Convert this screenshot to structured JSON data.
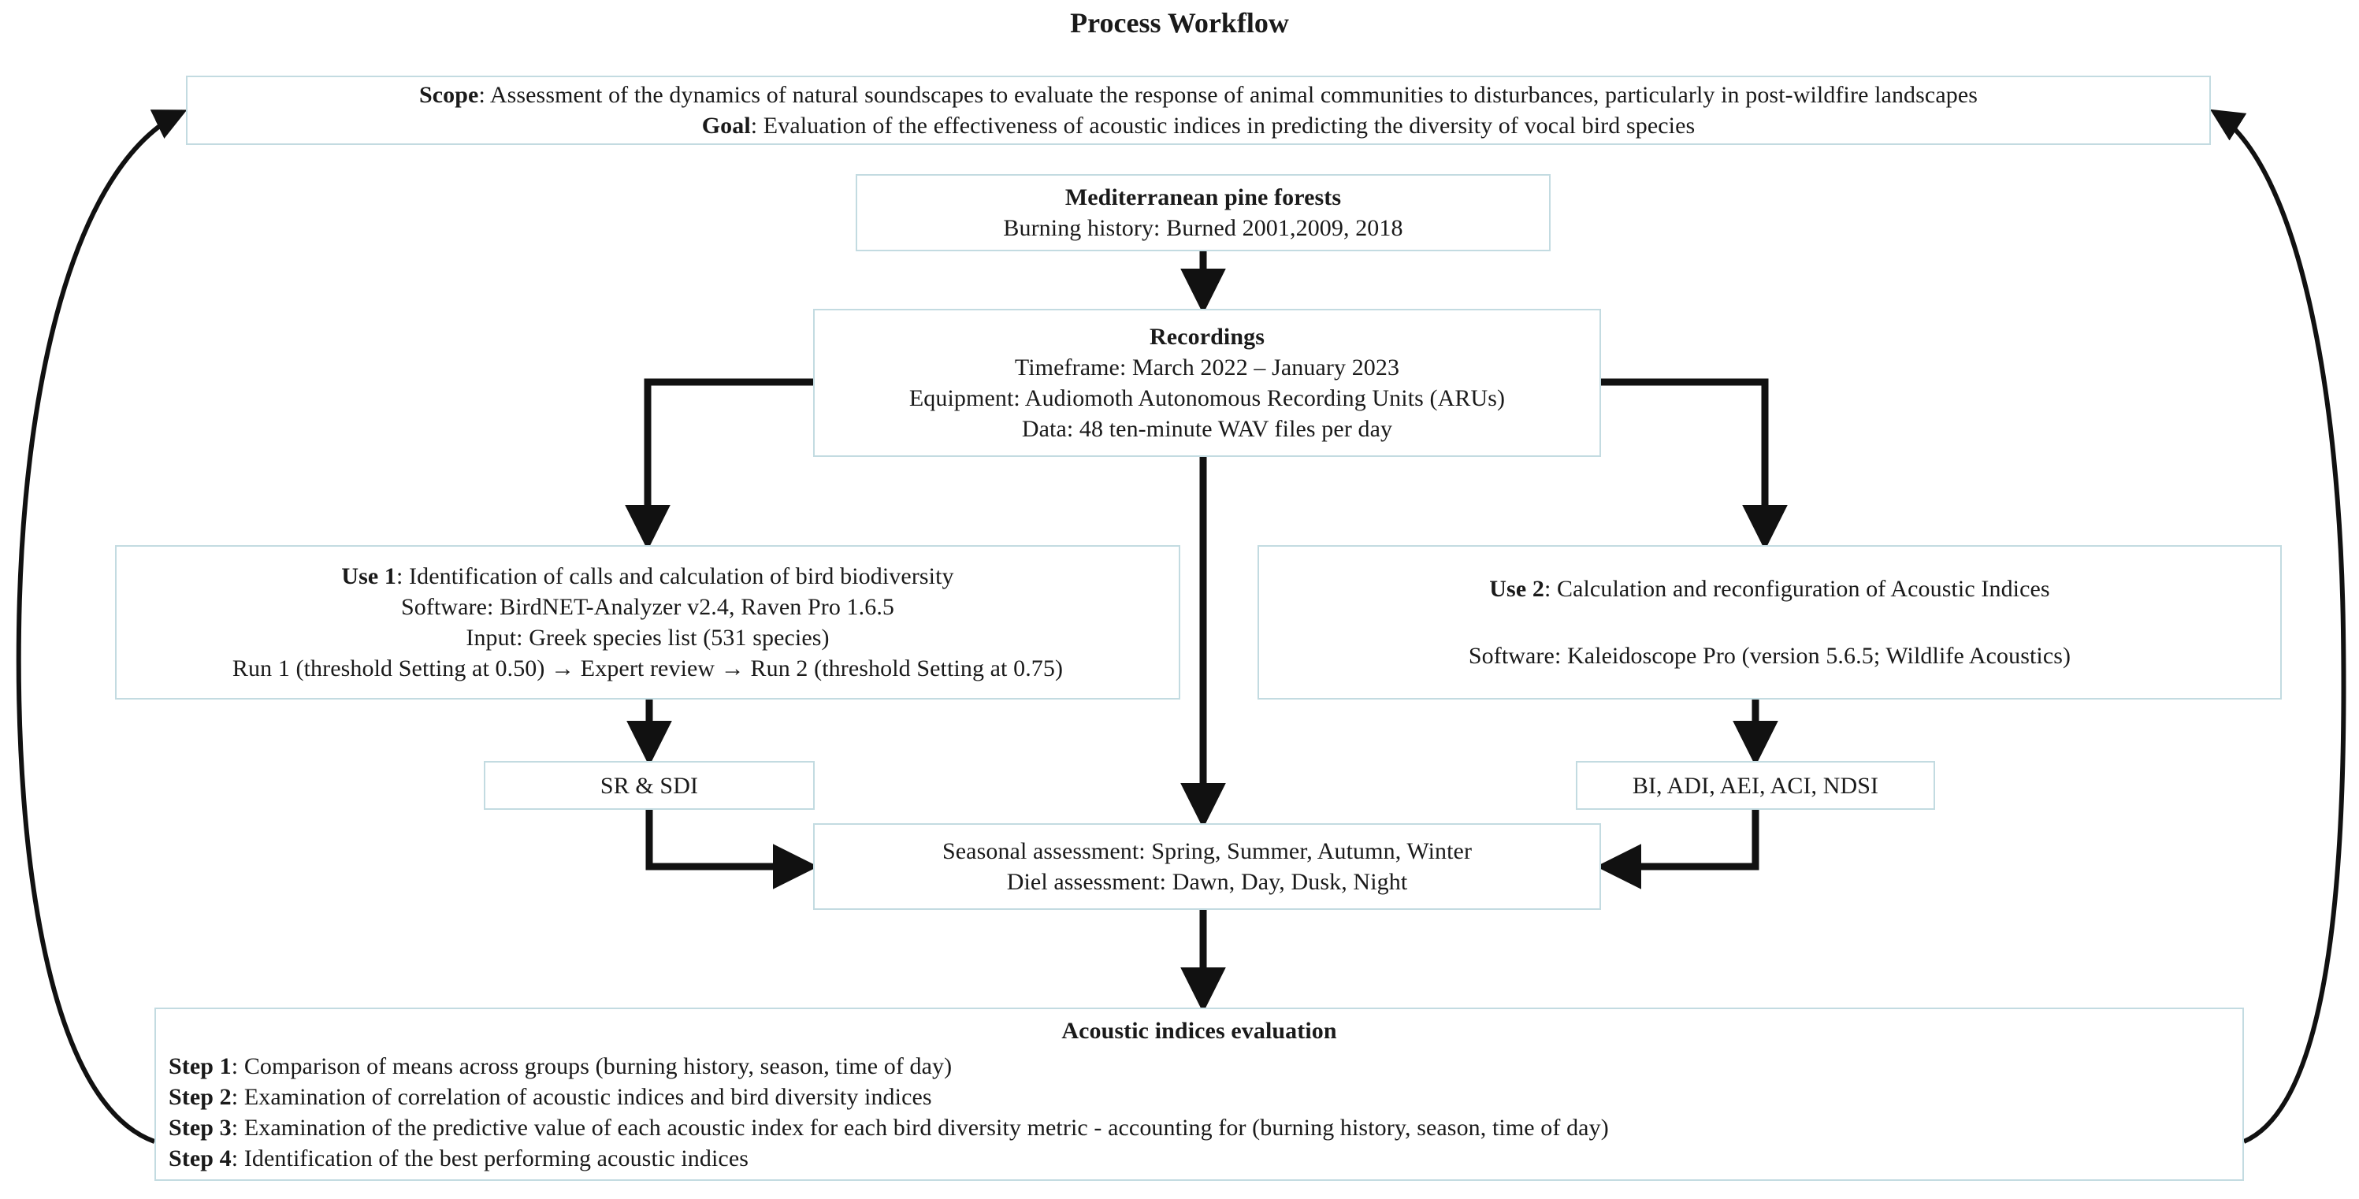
{
  "title": "Process Workflow",
  "colors": {
    "box_border": "#c3dbe1",
    "connector": "#111111",
    "text": "#1a1a1a",
    "background": "#ffffff"
  },
  "nodes": {
    "scope": {
      "name": "scope-goal-box",
      "lines": [
        {
          "bold_prefix": "Scope",
          "text": ": Assessment of the dynamics of natural soundscapes to evaluate the response of animal communities to disturbances, particularly in post-wildfire landscapes"
        },
        {
          "bold_prefix": "Goal",
          "text": ":  Evaluation of the effectiveness of acoustic indices in predicting the diversity of vocal bird species"
        }
      ],
      "line1_bold": "Scope",
      "line1_rest": ": Assessment of the dynamics of natural soundscapes to evaluate the response of animal communities to disturbances, particularly in post-wildfire landscapes",
      "line2_bold": "Goal",
      "line2_rest": ":  Evaluation of the effectiveness of acoustic indices in predicting the diversity of vocal bird species"
    },
    "forests": {
      "name": "mediterranean-pine-forests-box",
      "heading": "Mediterranean pine forests",
      "line1": "Burning history: Burned 2001,2009, 2018"
    },
    "recordings": {
      "name": "recordings-box",
      "heading": "Recordings",
      "line1": "Timeframe: March 2022 – January 2023",
      "line2": "Equipment: Audiomoth Autonomous Recording Units (ARUs)",
      "line3": "Data: 48 ten-minute WAV files per day"
    },
    "use1": {
      "name": "use-1-box",
      "heading_bold": "Use 1",
      "heading_rest": ": Identification of calls and calculation of bird biodiversity",
      "line1": "Software: BirdNET-Analyzer v2.4, Raven Pro 1.6.5",
      "line2": "Input: Greek species list (531 species)",
      "line3": "Run 1 (threshold Setting at 0.50) → Expert review → Run 2 (threshold Setting at 0.75)"
    },
    "use2": {
      "name": "use-2-box",
      "heading_bold": "Use 2",
      "heading_rest": ": Calculation and reconfiguration of Acoustic Indices",
      "line1": "Software: Kaleidoscope Pro (version 5.6.5; Wildlife Acoustics)"
    },
    "sr_sdi": {
      "name": "sr-sdi-box",
      "label": "SR & SDI"
    },
    "acoustic_indices": {
      "name": "acoustic-indices-list-box",
      "label": "BI, ADI, AEI, ACI, NDSI"
    },
    "seasonal": {
      "name": "seasonal-diel-assessment-box",
      "line1": "Seasonal assessment:  Spring, Summer, Autumn, Winter",
      "line2": "Diel assessment: Dawn, Day, Dusk, Night"
    },
    "evaluation": {
      "name": "acoustic-indices-evaluation-box",
      "heading": "Acoustic indices evaluation",
      "steps": [
        {
          "bold": "Step 1",
          "rest": ": Comparison of means across groups (burning history, season, time of day)"
        },
        {
          "bold": "Step 2",
          "rest": ": Examination of correlation of acoustic indices and bird diversity indices"
        },
        {
          "bold": "Step 3",
          "rest": ": Examination of the predictive value of each acoustic index for each bird diversity metric - accounting for (burning history, season, time of day)"
        },
        {
          "bold": "Step 4",
          "rest": ": Identification of the best performing acoustic indices"
        }
      ],
      "step1_bold": "Step 1",
      "step1_rest": ": Comparison of means across groups (burning history, season, time of day)",
      "step2_bold": "Step 2",
      "step2_rest": ": Examination of correlation of acoustic indices and bird diversity indices",
      "step3_bold": "Step 3",
      "step3_rest": ": Examination of the predictive value of each acoustic index for each bird diversity metric - accounting for (burning history, season, time of day)",
      "step4_bold": "Step 4",
      "step4_rest": ": Identification of the best performing acoustic indices"
    }
  },
  "connectors": [
    {
      "name": "forests-to-recordings",
      "type": "arrow-down"
    },
    {
      "name": "recordings-to-use1",
      "type": "elbow-arrow-down-left"
    },
    {
      "name": "recordings-to-use2",
      "type": "elbow-arrow-down-right"
    },
    {
      "name": "recordings-to-seasonal",
      "type": "arrow-down"
    },
    {
      "name": "use1-to-sr-sdi",
      "type": "arrow-down"
    },
    {
      "name": "use2-to-acoustic-indices",
      "type": "arrow-down"
    },
    {
      "name": "sr-sdi-to-seasonal",
      "type": "elbow-arrow-right"
    },
    {
      "name": "acoustic-indices-to-seasonal",
      "type": "elbow-arrow-left"
    },
    {
      "name": "seasonal-to-evaluation",
      "type": "arrow-down"
    },
    {
      "name": "evaluation-to-scope-left-feedback",
      "type": "curved-arrow-up"
    },
    {
      "name": "evaluation-to-scope-right-feedback",
      "type": "curved-arrow-up"
    }
  ]
}
